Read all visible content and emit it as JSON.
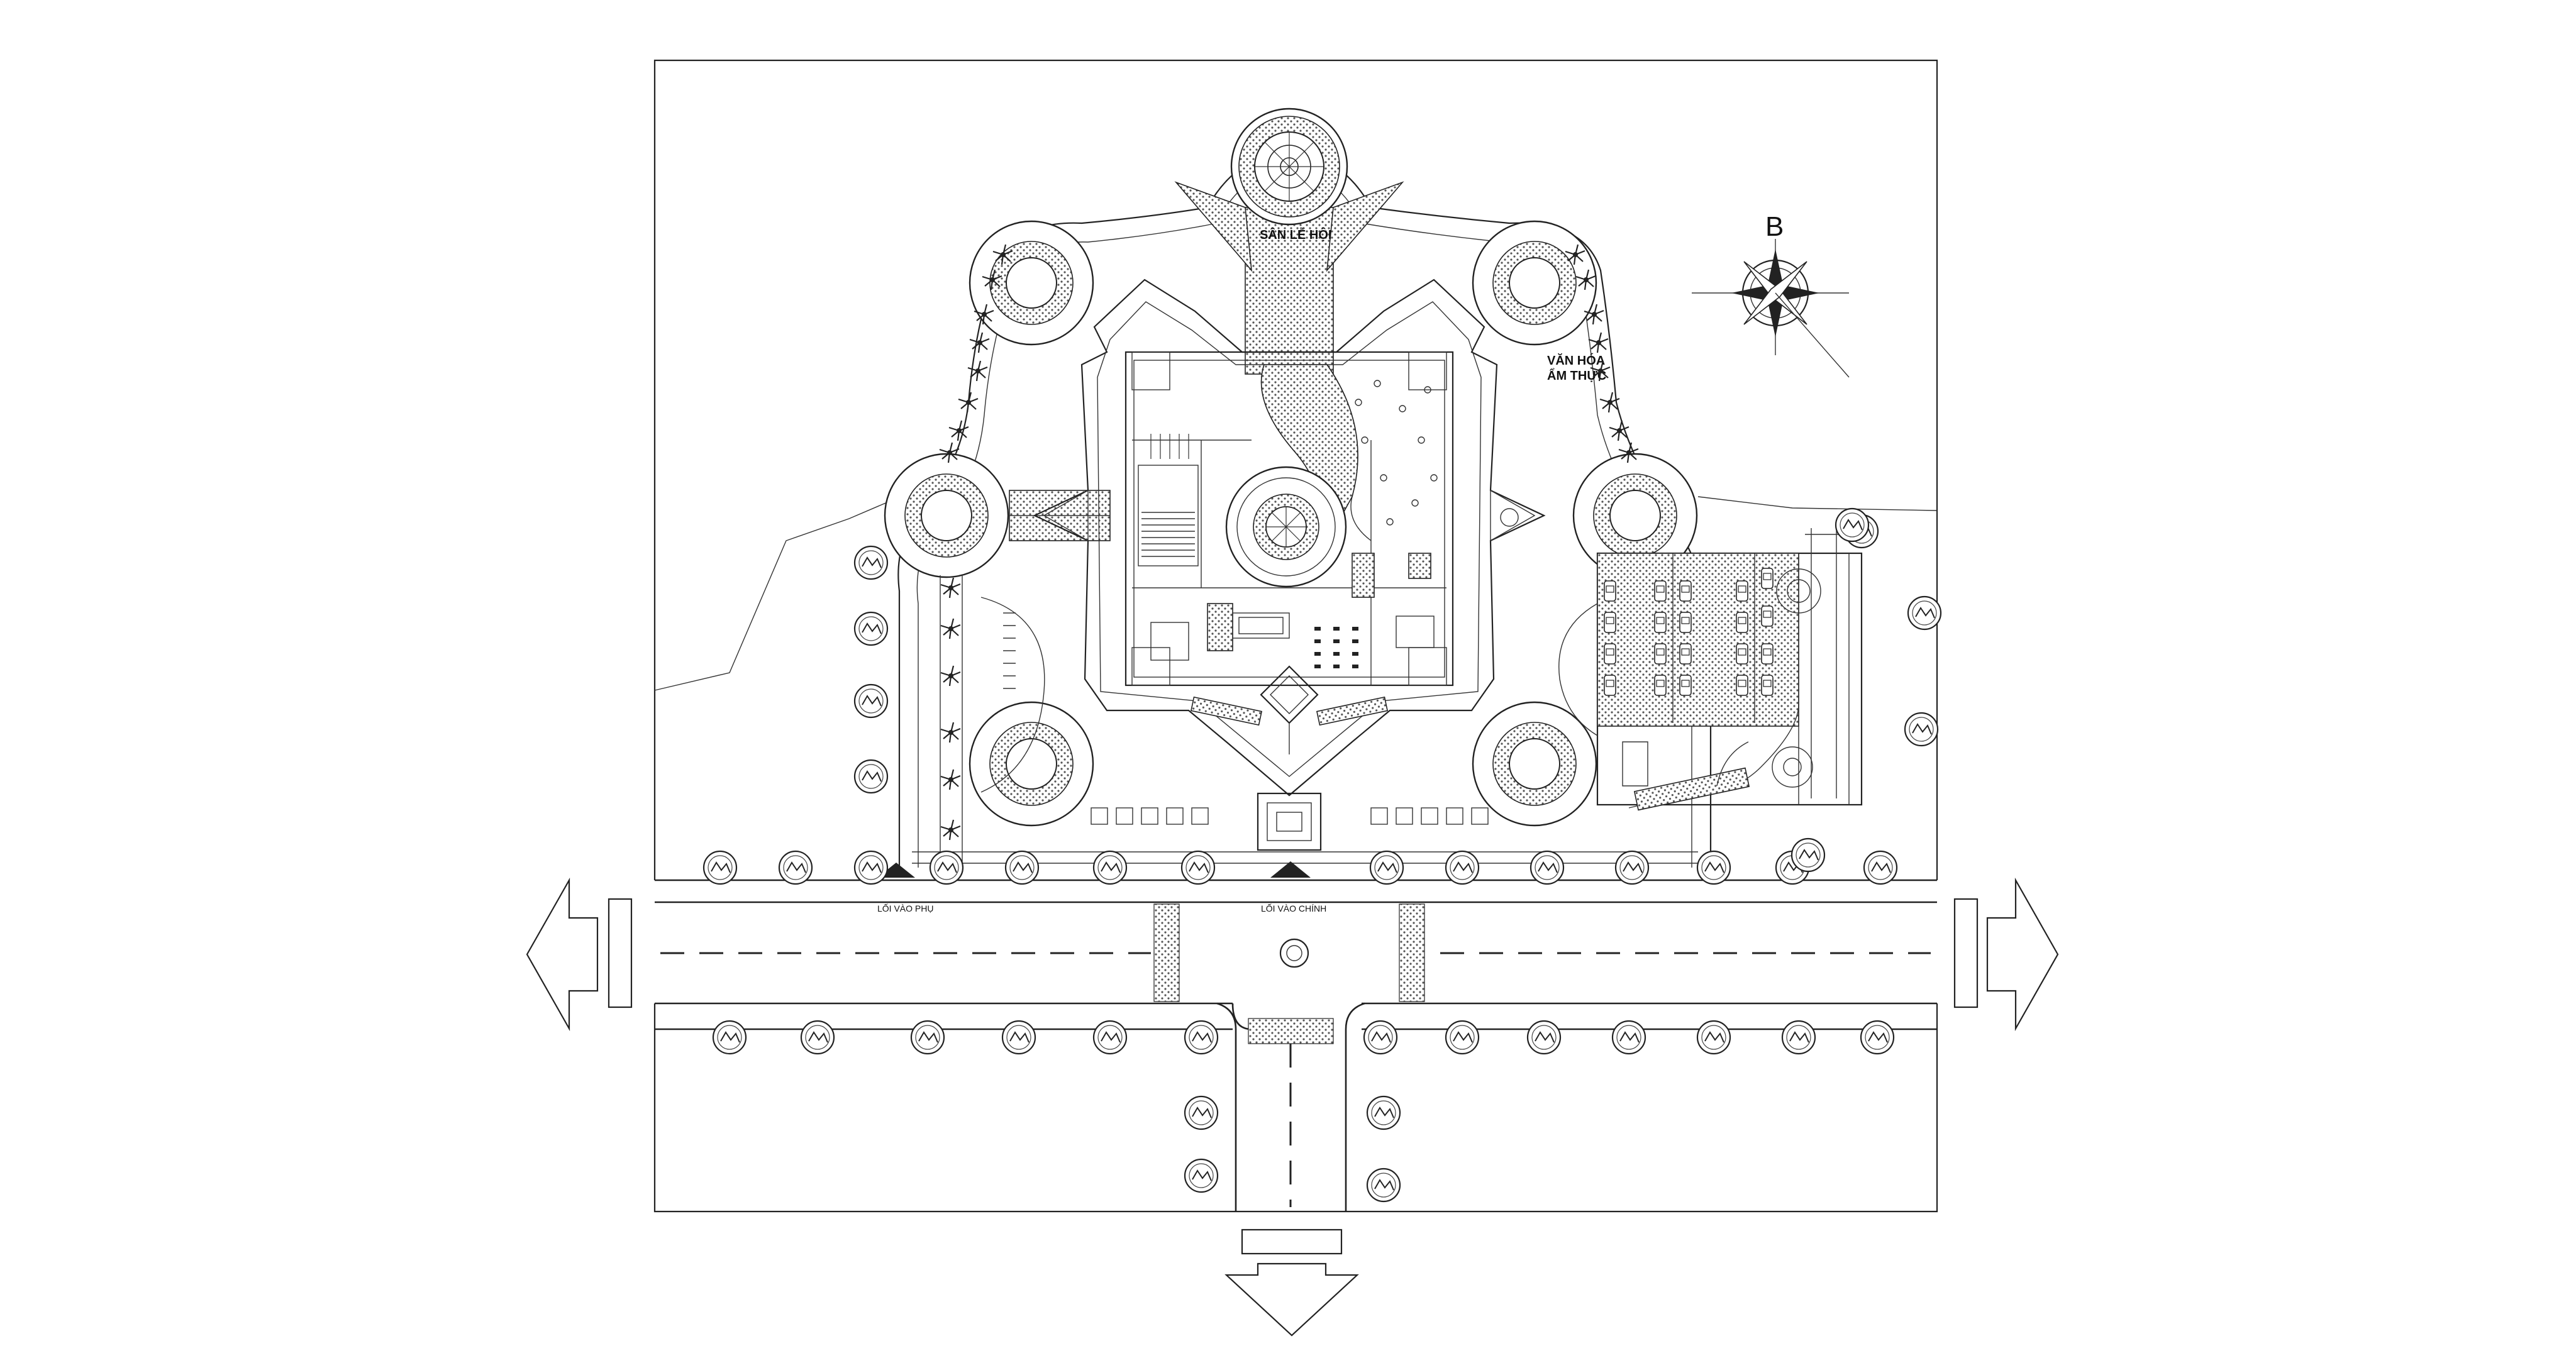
{
  "labels": {
    "festival_square": "SÂN LỄ HỘI",
    "culture_line1": "VĂN HÓA",
    "culture_line2": "ẨM THỰC",
    "side_entrance": "LỐI VÀO PHỤ",
    "main_entrance": "LỐI VÀO CHÍNH",
    "north": "B"
  },
  "colors": {
    "line": "#222222",
    "background": "#ffffff"
  }
}
